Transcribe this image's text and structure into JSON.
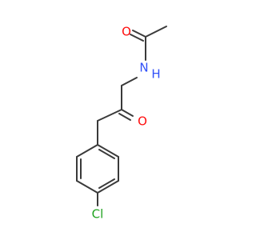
{
  "molecule": {
    "atoms": {
      "O_acetyl": {
        "symbol": "O",
        "color": "#ff0d0d"
      },
      "N_amide": {
        "symbol": "N",
        "color": "#3050f8"
      },
      "O_ketone": {
        "symbol": "O",
        "color": "#ff0d0d"
      },
      "Cl": {
        "symbol": "Cl",
        "color": "#1fa31f"
      }
    },
    "bond_color": "#3a3a3a"
  }
}
